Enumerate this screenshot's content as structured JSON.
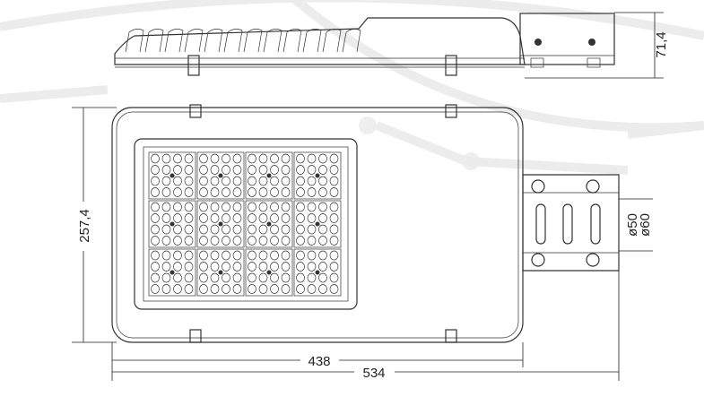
{
  "dimensions": {
    "height_side": "71,4",
    "width_housing": "257,4",
    "length_body": "438",
    "length_total": "534",
    "pipe_diameter_small": "ø50",
    "pipe_diameter_large": "ø60"
  },
  "led_grid": {
    "module_cols": 4,
    "module_rows": 3
  },
  "colors": {
    "line": "#333333",
    "background_graphic": "#ececec"
  }
}
